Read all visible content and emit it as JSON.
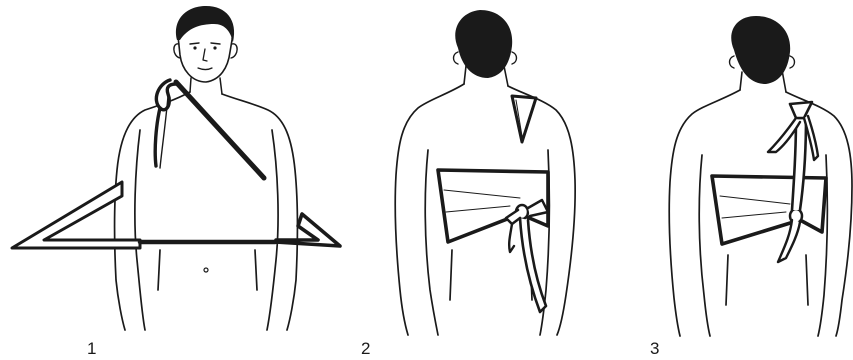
{
  "steps": [
    {
      "number": "1"
    },
    {
      "number": "2"
    },
    {
      "number": "3"
    }
  ],
  "colors": {
    "ink": "#1a1a1a",
    "hair": "#1a1a1a",
    "paper": "#ffffff"
  }
}
